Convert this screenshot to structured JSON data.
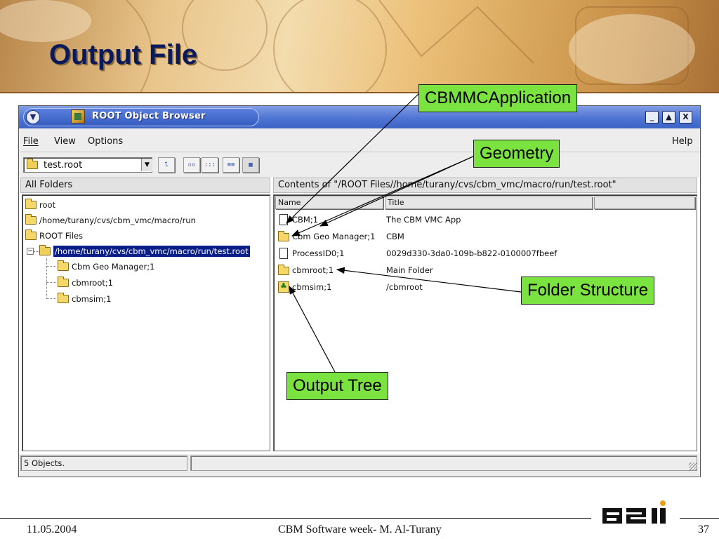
{
  "slide": {
    "title": "Output File",
    "footer_date": "11.05.2004",
    "footer_center": "CBM Software week- M. Al-Turany",
    "page_number": "37",
    "logo_text": "GSI"
  },
  "window": {
    "title": "ROOT Object Browser",
    "buttons": [
      "_",
      "▲",
      "X"
    ]
  },
  "menu": {
    "file": "File",
    "view": "View",
    "options": "Options",
    "help": "Help"
  },
  "toolbar": {
    "combo_value": "test.root"
  },
  "left_pane": {
    "header": "All Folders",
    "items": [
      {
        "label": "root"
      },
      {
        "label": "/home/turany/cvs/cbm_vmc/macro/run"
      },
      {
        "label": "ROOT Files"
      },
      {
        "label": "/home/turany/cvs/cbm_vmc/macro/run/test.root",
        "selected": true
      },
      {
        "label": "Cbm Geo Manager;1"
      },
      {
        "label": "cbmroot;1"
      },
      {
        "label": "cbmsim;1"
      }
    ]
  },
  "right_pane": {
    "header": "Contents of \"/ROOT Files//home/turany/cvs/cbm_vmc/macro/run/test.root\"",
    "columns": [
      "Name",
      "Title"
    ],
    "rows": [
      {
        "name": "CBM;1",
        "title": "The CBM VMC App",
        "icon": "document-icon"
      },
      {
        "name": "Cbm Geo Manager;1",
        "title": "CBM",
        "icon": "folder-icon"
      },
      {
        "name": "ProcessID0;1",
        "title": "0029d330-3da0-109b-b822-0100007fbeef",
        "icon": "document-icon"
      },
      {
        "name": "cbmroot;1",
        "title": "Main Folder",
        "icon": "folder-icon"
      },
      {
        "name": "cbmsim;1",
        "title": "/cbmroot",
        "icon": "tree-icon"
      }
    ]
  },
  "status": {
    "objects": "5 Objects."
  },
  "callouts": {
    "application": "CBMMCApplication",
    "geometry": "Geometry",
    "folder_structure": "Folder Structure",
    "output_tree": "Output Tree"
  },
  "colors": {
    "callout_bg": "#7be33f",
    "title_color": "#0a1a5a",
    "titlebar_blue": "#4e74d4",
    "selection": "#0a1e8a"
  }
}
